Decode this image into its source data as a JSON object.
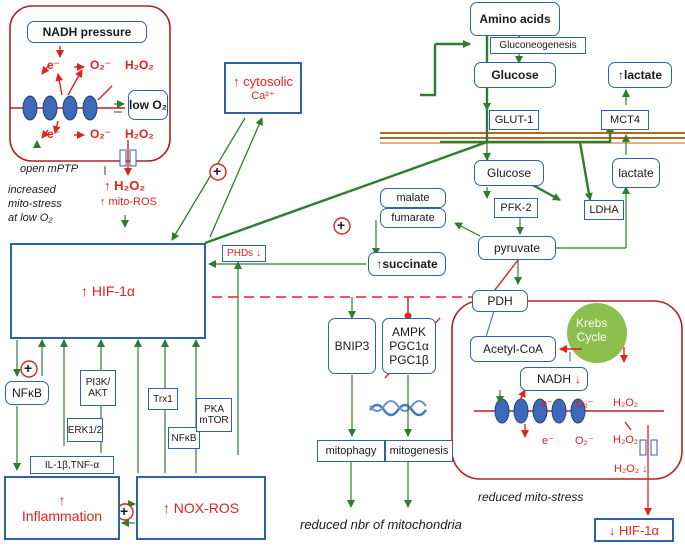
{
  "top_left": {
    "nadh_pressure": "NADH  pressure",
    "e_minus": "e⁻",
    "o2_minus": "O₂⁻",
    "h2o2": "H₂O₂",
    "low_o2": "low O₂",
    "h2o2_arrow": "↑ H₂O₂",
    "mito_ros": "↑ mito-ROS",
    "open_mptp": "open mPTP",
    "increased_mito_stress": [
      "increased",
      "mito-stress",
      "at low O₂"
    ]
  },
  "cytosolic_ca": [
    "↑ cytosolic",
    "Ca²⁺"
  ],
  "hif_main": "↑ HIF-1α",
  "phds": "PHDs ↓",
  "nfkb_left": "NFκB",
  "pi3k_akt": [
    "PI3K/",
    "AKT"
  ],
  "erk": "ERK1/2",
  "trx1": "Trx1",
  "nfkb_mid": "NFκB",
  "pka_mtor": [
    "PKA",
    "mTOR"
  ],
  "il1": "IL-1β,TNF-α",
  "inflammation": [
    "↑",
    "Inflammation"
  ],
  "nox_ros": "↑ NOX-ROS",
  "plus_sign": "+",
  "metabolism": {
    "amino_acids": "Amino acids",
    "gluconeogenesis": "Gluconeogenesis",
    "glucose_top": "Glucose",
    "lactate_top": "↑lactate",
    "glut1": "GLUT-1",
    "mct4": "MCT4",
    "glucose_mid": "Glucose",
    "lactate_mid": "lactate",
    "pfk2": "PFK-2",
    "ldha": "LDHA",
    "pyruvate": "pyruvate",
    "malate": "malate",
    "fumarate": "fumarate",
    "succinate": "↑succinate"
  },
  "mito_right": {
    "pdh": "PDH",
    "acetyl_coa": "Acetyl-CoA",
    "krebs": [
      "Krebs",
      "Cycle"
    ],
    "nadh": "NADH",
    "e_minus": "e⁻",
    "o2_minus": "O₂⁻",
    "h2o2": "H₂O₂",
    "h2o2_down": "H₂O₂ ↓",
    "reduced_mito_stress": "reduced mito-stress",
    "hif_down": "↓ HIF-1α"
  },
  "bnip3": "BNIP3",
  "ampk": [
    "AMPK",
    "PGC1α",
    "PGC1β"
  ],
  "mitophagy": "mitophagy",
  "mitogenesis": "mitogenesis",
  "reduced_nbr": "reduced nbr of mitochondria",
  "colors": {
    "arrow_green": "#2e7d2e",
    "box_blue": "#2e63a8",
    "accent_red": "#e0231d",
    "krebs_green": "#8cbf4e",
    "membrane": "#b5651d"
  }
}
